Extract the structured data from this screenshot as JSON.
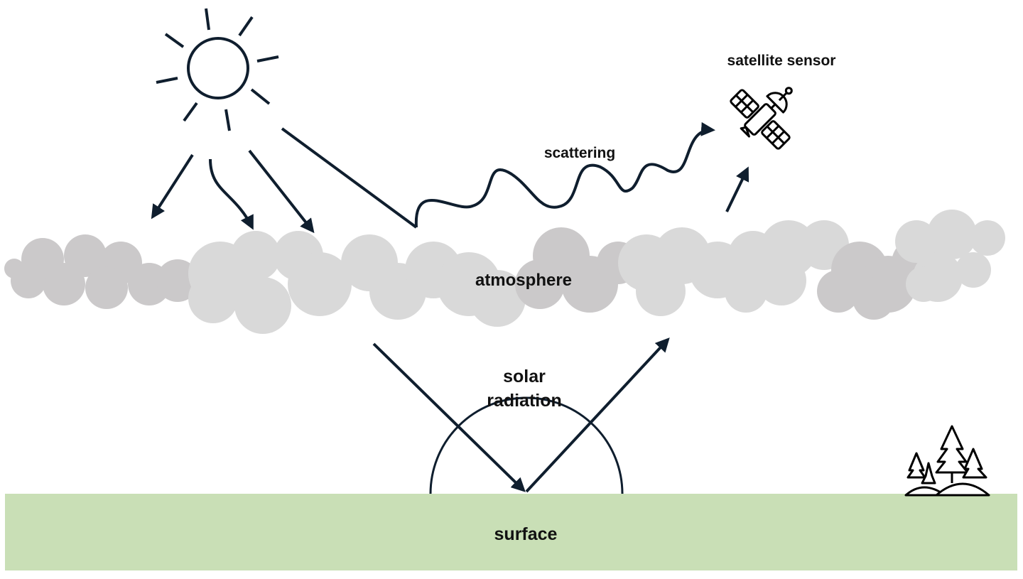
{
  "labels": {
    "satellite": "satellite sensor",
    "scattering": "scattering",
    "atmosphere": "atmosphere",
    "solar_line1": "solar",
    "solar_line2": "radiation",
    "surface": "surface"
  },
  "colors": {
    "arrow": "#0f1e2e",
    "cloud_light": "#d9d9d9",
    "cloud_dark": "#cbc9ca",
    "surface": "#c9dfb6"
  }
}
